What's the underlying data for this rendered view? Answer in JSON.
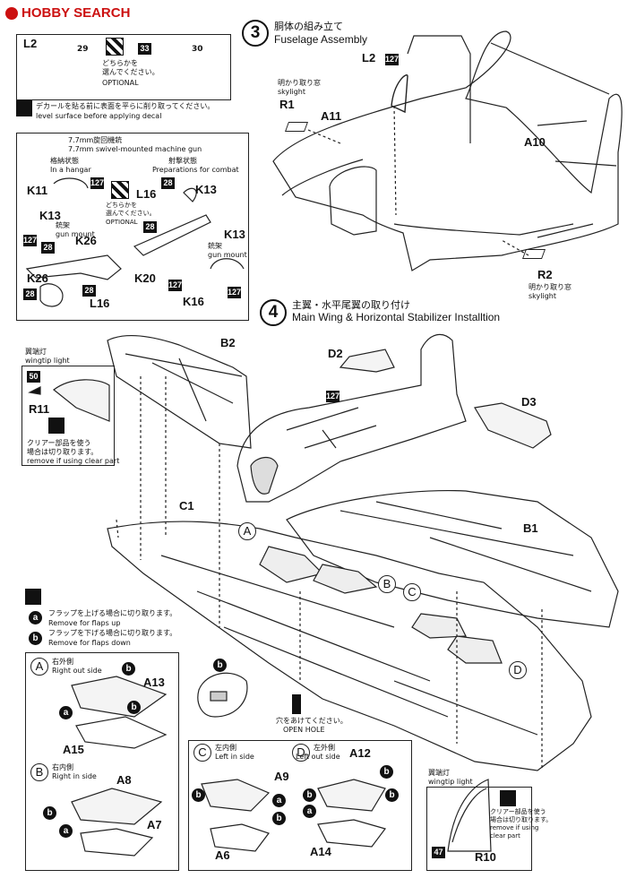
{
  "header": {
    "logo": "HOBBY SEARCH"
  },
  "step3": {
    "number": "3",
    "title_jp": "胴体の組み立て",
    "title_en": "Fuselage Assembly",
    "parts": [
      "L2",
      "R1",
      "A11",
      "A10",
      "R2"
    ],
    "paint_127": "127",
    "skylight_jp": "明かり取り窓",
    "skylight_en": "skylight"
  },
  "panel_l2": {
    "label": "L2",
    "paint_29": "29",
    "paint_33": "33",
    "paint_30": "30",
    "choose_jp1": "どちらかを",
    "choose_jp2": "選んでください。",
    "optional": "OPTIONAL",
    "decal_jp": "デカールを貼る前に表面を平らに削り取ってください。",
    "decal_en": "level surface before applying decal"
  },
  "panel_gun": {
    "title_jp": "7.7mm旋回機銃",
    "title_en": "7.7mm swivel-mounted machine gun",
    "hangar_jp": "格納状態",
    "hangar_en": "In a hangar",
    "combat_jp": "射撃状態",
    "combat_en": "Preparations for combat",
    "choose_jp1": "どちらかを",
    "choose_jp2": "選んでください。",
    "optional": "OPTIONAL",
    "mount_jp": "銃架",
    "mount_en": "gun mount",
    "parts": [
      "K11",
      "K13",
      "K20",
      "K26",
      "L16",
      "K16",
      "L16",
      "K26",
      "K20",
      "K13"
    ],
    "paints": [
      "127",
      "127",
      "28",
      "28",
      "28",
      "28",
      "28",
      "127",
      "127"
    ]
  },
  "step4": {
    "number": "4",
    "title_jp": "主翼・水平尾翼の取り付け",
    "title_en": "Main Wing & Horizontal Stabilizer Installtion",
    "parts": [
      "B2",
      "D2",
      "D3",
      "C1",
      "B1"
    ],
    "paint_127": "127",
    "letters": [
      "A",
      "B",
      "C",
      "D"
    ],
    "open_hole_jp": "穴をあけてください。",
    "open_hole_en": "OPEN HOLE"
  },
  "wingtip_left": {
    "title_jp": "翼端灯",
    "title_en": "wingtip light",
    "paint": "50",
    "part": "R11",
    "note_jp1": "クリアー部品を使う",
    "note_jp2": "場合は切り取ります。",
    "note_en": "remove if using clear part"
  },
  "flaps_legend": {
    "a_jp": "フラップを上げる場合に切り取ります。",
    "a_en": "Remove for flaps up",
    "b_jp": "フラップを下げる場合に切り取ります。",
    "b_en": "Remove for flaps down",
    "a": "a",
    "b": "b"
  },
  "panel_ab": {
    "a_letter": "A",
    "a_jp": "右外側",
    "a_en": "Right out side",
    "a_parts": [
      "A13",
      "A15"
    ],
    "b_letter": "B",
    "b_jp": "右内側",
    "b_en": "Right in side",
    "b_parts": [
      "A8",
      "A7"
    ]
  },
  "panel_cd": {
    "c_letter": "C",
    "c_jp": "左内側",
    "c_en": "Left in side",
    "c_parts": [
      "A9",
      "A6"
    ],
    "d_letter": "D",
    "d_jp": "左外側",
    "d_en": "Left out side",
    "d_parts": [
      "A12",
      "A14"
    ]
  },
  "wingtip_right": {
    "title_jp": "翼端灯",
    "title_en": "wingtip light",
    "note_jp1": "クリアー部品を使う",
    "note_jp2": "場合は切り取ります。",
    "note_en1": "remove if using",
    "note_en2": "clear part",
    "paint": "47",
    "part": "R10"
  }
}
